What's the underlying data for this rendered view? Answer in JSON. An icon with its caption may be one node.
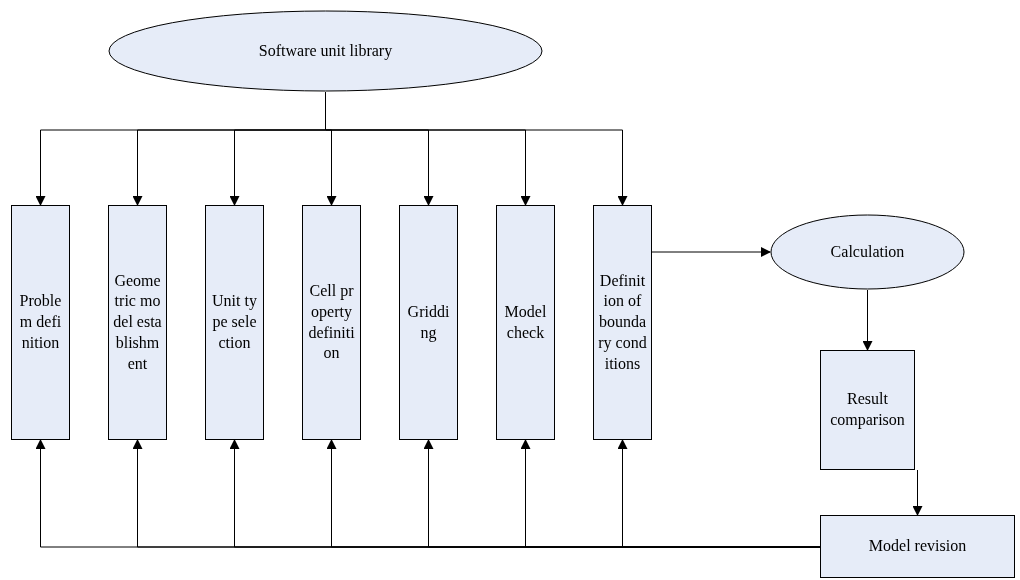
{
  "diagram": {
    "nodes": [
      {
        "text": [
          "Software unit library"
        ]
      },
      {
        "text": [
          "Problem definition"
        ]
      },
      {
        "text": [
          "Geometric model establishment"
        ]
      },
      {
        "text": [
          "Unit type selection"
        ]
      },
      {
        "text": [
          "Cell property definition"
        ]
      },
      {
        "text": [
          "Gridding"
        ]
      },
      {
        "text": [
          "Model check"
        ]
      },
      {
        "text": [
          "Definition of boundary conditions"
        ]
      },
      {
        "text": [
          "Calculation"
        ]
      },
      {
        "text": [
          "Result comparison"
        ]
      },
      {
        "text": [
          "Model revision"
        ]
      }
    ],
    "edges": [
      {
        "from": 0,
        "to": 1,
        "arrow": "to"
      },
      {
        "from": 0,
        "to": 2,
        "arrow": "to"
      },
      {
        "from": 0,
        "to": 3,
        "arrow": "to"
      },
      {
        "from": 0,
        "to": 4,
        "arrow": "to"
      },
      {
        "from": 0,
        "to": 5,
        "arrow": "to"
      },
      {
        "from": 0,
        "to": 6,
        "arrow": "to"
      },
      {
        "from": 0,
        "to": 7,
        "arrow": "to"
      },
      {
        "from": 7,
        "to": 8,
        "arrow": "to"
      },
      {
        "from": 8,
        "to": 9,
        "arrow": "to"
      },
      {
        "from": 9,
        "to": 10,
        "arrow": "to"
      },
      {
        "from": 10,
        "to": 1,
        "arrow": "to"
      },
      {
        "from": 10,
        "to": 2,
        "arrow": "to"
      },
      {
        "from": 10,
        "to": 3,
        "arrow": "to"
      },
      {
        "from": 10,
        "to": 4,
        "arrow": "to"
      },
      {
        "from": 10,
        "to": 5,
        "arrow": "to"
      },
      {
        "from": 10,
        "to": 6,
        "arrow": "to"
      },
      {
        "from": 10,
        "to": 7,
        "arrow": "to"
      }
    ]
  }
}
